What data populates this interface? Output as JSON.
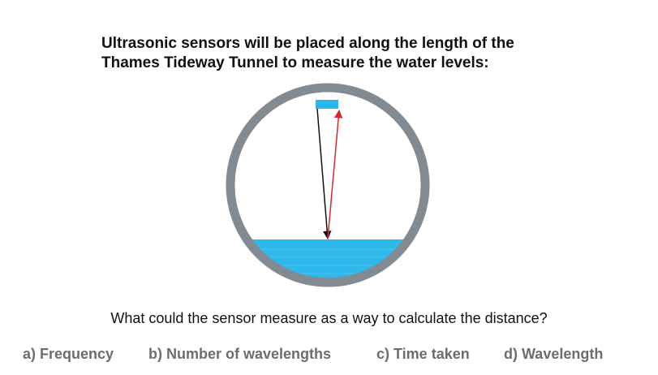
{
  "title": {
    "line1": "Ultrasonic sensors will be placed along the length of the",
    "line2": "Thames Tideway Tunnel to measure the water levels:"
  },
  "question": "What could the sensor measure as a way to calculate the distance?",
  "options": [
    {
      "label": "a) Frequency"
    },
    {
      "label": "b) Number of wavelengths"
    },
    {
      "label": "c) Time taken"
    },
    {
      "label": "d) Wavelength"
    }
  ],
  "colors": {
    "tunnel_wall": "#838b92",
    "water": "#2fb8ec",
    "sensor": "#2ab5ef",
    "emitted_wave": "#111111",
    "reflected_wave": "#d42a2a",
    "option_text": "#6d6d6d"
  }
}
